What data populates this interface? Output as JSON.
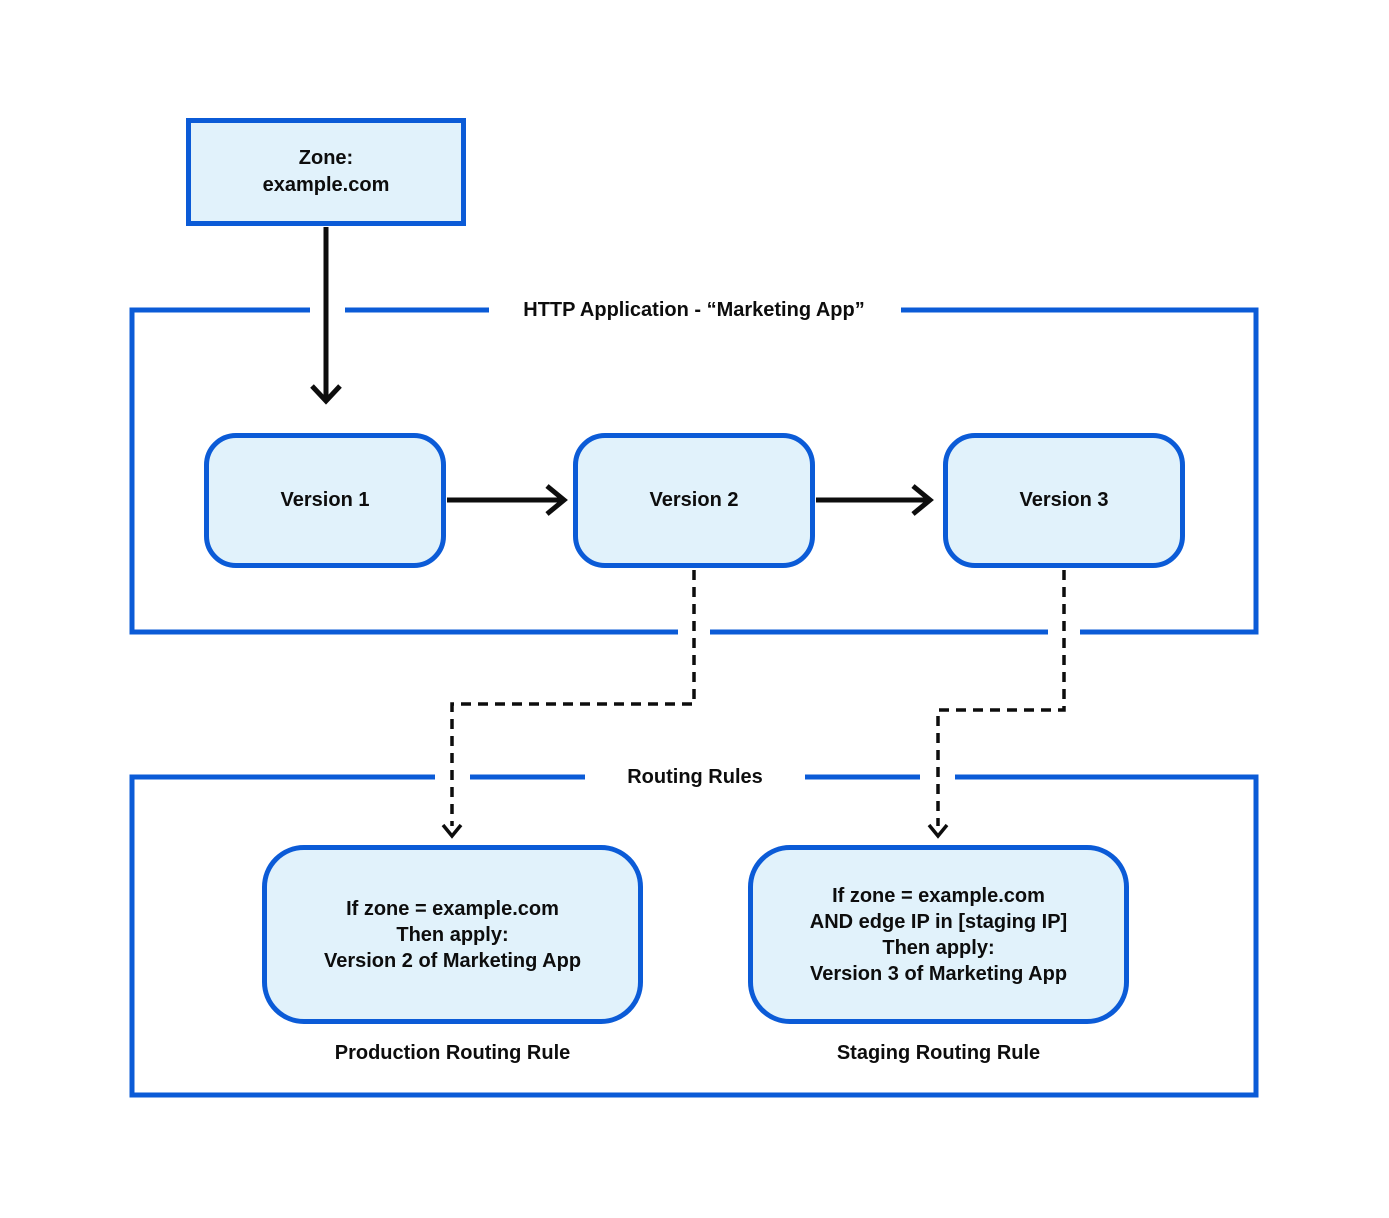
{
  "colors": {
    "accent_blue": "#0b5bd7",
    "box_fill": "#e1f2fb",
    "ink": "#0d0d0d",
    "background": "#ffffff"
  },
  "zone_box": {
    "lines": [
      "Zone:",
      "example.com"
    ]
  },
  "http_app": {
    "title": "HTTP Application - “Marketing App”",
    "versions": [
      {
        "label": "Version 1"
      },
      {
        "label": "Version 2"
      },
      {
        "label": "Version 3"
      }
    ]
  },
  "routing_rules": {
    "title": "Routing Rules",
    "rules": [
      {
        "lines": [
          "If zone = example.com",
          "Then apply:",
          "Version 2 of Marketing App"
        ],
        "caption": "Production Routing Rule"
      },
      {
        "lines": [
          "If zone = example.com",
          "AND edge IP in [staging IP]",
          "Then apply:",
          "Version 3 of Marketing App"
        ],
        "caption": "Staging Routing Rule"
      }
    ]
  }
}
